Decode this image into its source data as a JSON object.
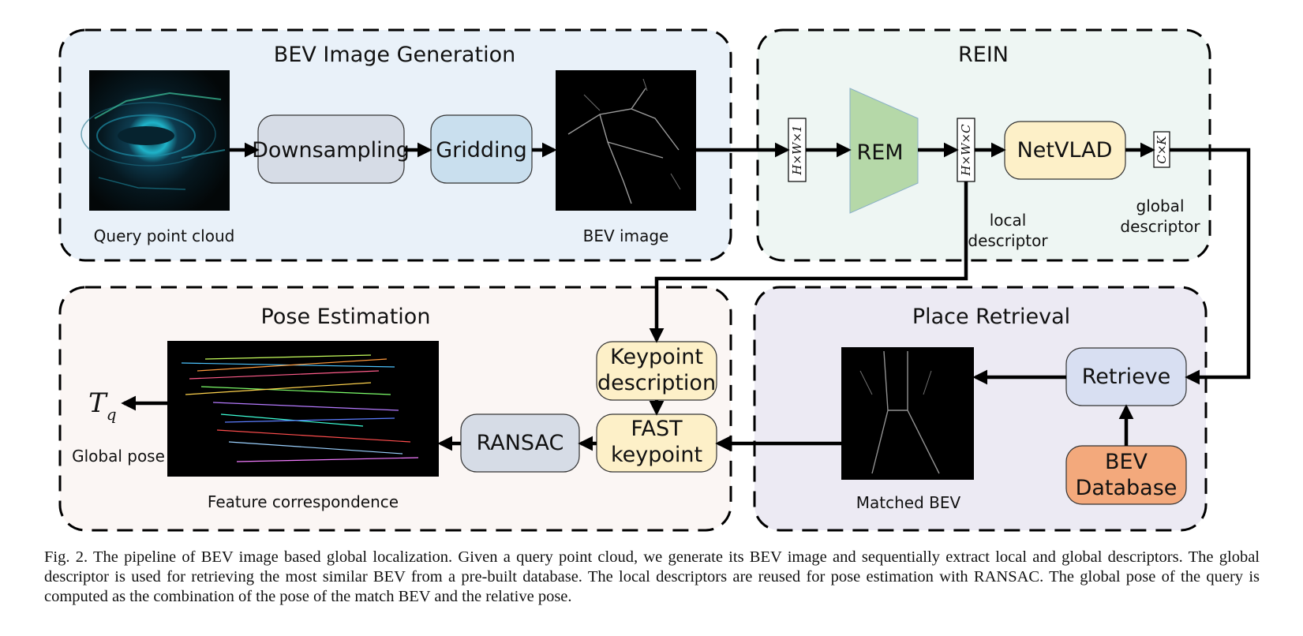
{
  "panels": {
    "bev_generation": {
      "title": "BEV Image Generation",
      "color": "#e9f1f9"
    },
    "rein": {
      "title": "REIN",
      "color": "#eef6f3"
    },
    "pose_estimation": {
      "title": "Pose Estimation",
      "color": "#fbf6f4"
    },
    "place_retrieval": {
      "title": "Place Retrieval",
      "color": "#eceaf3"
    }
  },
  "blocks": {
    "downsampling": {
      "label": "Downsampling",
      "color": "#d6dce6"
    },
    "gridding": {
      "label": "Gridding",
      "color": "#c9dfee"
    },
    "rem": {
      "label": "REM",
      "color": "#b5d8a8"
    },
    "netvlad": {
      "label": "NetVLAD",
      "color": "#fdf0c8"
    },
    "keypoint_description": {
      "line1": "Keypoint",
      "line2": "description",
      "color": "#fdf0c8"
    },
    "fast_keypoint": {
      "line1": "FAST",
      "line2": "keypoint",
      "color": "#fdf0c8"
    },
    "ransac": {
      "label": "RANSAC",
      "color": "#d6dce6"
    },
    "retrieve": {
      "label": "Retrieve",
      "color": "#d8dff2"
    },
    "bev_database": {
      "line1": "BEV",
      "line2": "Database",
      "color": "#f3a97c"
    }
  },
  "tensors": {
    "input": "H×W×1",
    "local": "H×W×C",
    "global": "C×K"
  },
  "image_labels": {
    "query_point_cloud": "Query point cloud",
    "bev_image": "BEV image",
    "matched_bev": "Matched BEV",
    "feature_correspondence": "Feature correspondence"
  },
  "annotations": {
    "local_descriptor": {
      "line1": "local",
      "line2": "descriptor"
    },
    "global_descriptor": {
      "line1": "global",
      "line2": "descriptor"
    },
    "global_pose": "Global pose",
    "output_symbol": "T",
    "output_subscript": "q"
  },
  "caption": "Fig. 2.  The pipeline of BEV image based global localization. Given a query point cloud, we generate its BEV image and sequentially extract local and global descriptors. The global descriptor is used for retrieving the most similar BEV from a pre-built database. The local descriptors are reused for pose estimation with RANSAC. The global pose of the query is computed as the combination of the pose of the match BEV and the relative pose."
}
